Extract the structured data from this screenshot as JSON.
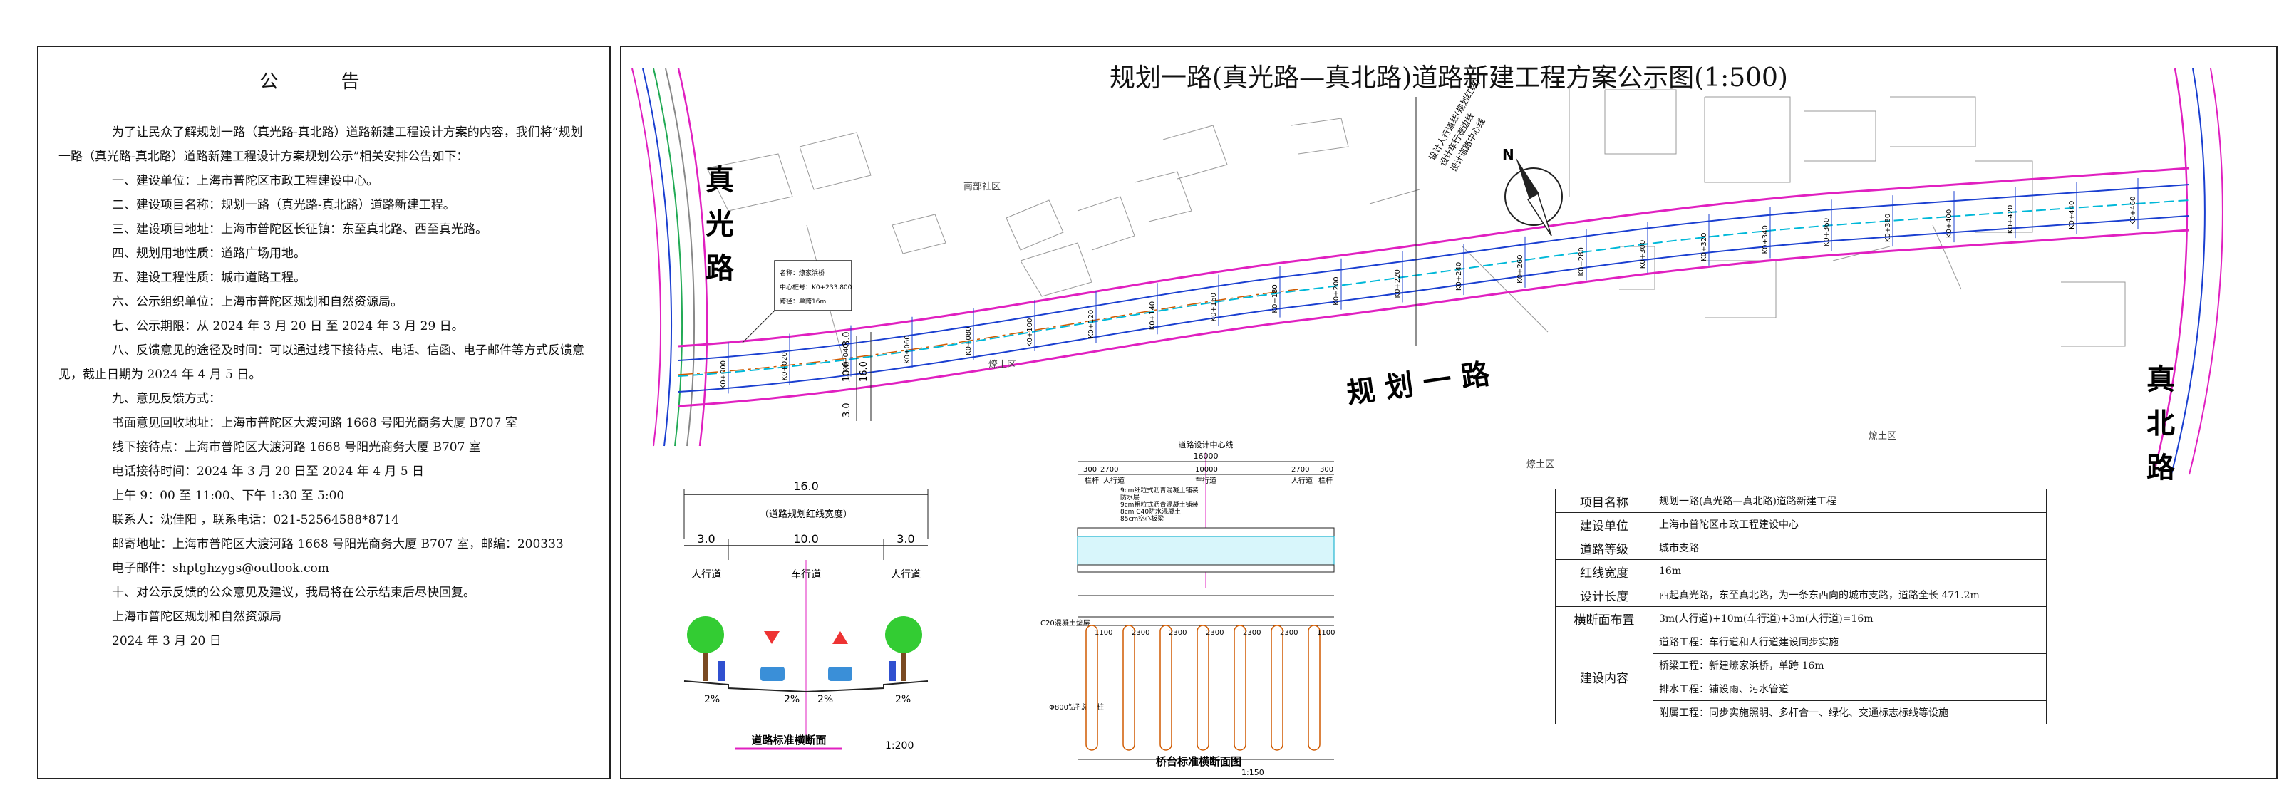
{
  "notice": {
    "title": "公 告",
    "intro": "为了让民众了解规划一路（真光路-真北路）道路新建工程设计方案的内容，我们将“规划一路（真光路-真北路）道路新建工程设计方案规划公示”相关安排公告如下：",
    "items": [
      "一、建设单位：上海市普陀区市政工程建设中心。",
      "二、建设项目名称：规划一路（真光路-真北路）道路新建工程。",
      "三、建设项目地址：上海市普陀区长征镇：东至真北路、西至真光路。",
      "四、规划用地性质：道路广场用地。",
      "五、建设工程性质：城市道路工程。",
      "六、公示组织单位：上海市普陀区规划和自然资源局。",
      "七、公示期限：从 2024 年 3 月 20 日 至 2024 年 3 月 29 日。",
      "八、反馈意见的途径及时间：可以通过线下接待点、电话、信函、电子邮件等方式反馈意见，截止日期为 2024 年 4 月 5 日。",
      "九、意见反馈方式："
    ],
    "feedback": [
      "书面意见回收地址：上海市普陀区大渡河路 1668 号阳光商务大厦 B707 室",
      "线下接待点：上海市普陀区大渡河路 1668 号阳光商务大厦 B707 室",
      "电话接待时间：2024 年 3 月 20 日至 2024 年 4 月 5 日",
      "上午 9：00 至 11:00、下午 1:30 至 5:00",
      "联系人：沈佳阳 ，联系电话：021-52564588*8714",
      "邮寄地址：上海市普陀区大渡河路 1668 号阳光商务大厦 B707 室，邮编：200333",
      "电子邮件：shptghzygs@outlook.com"
    ],
    "closing": "十、对公示反馈的公众意见及建议，我局将在公示结束后尽快回复。",
    "signature": "上海市普陀区规划和自然资源局",
    "date": "2024 年 3 月 20 日"
  },
  "drawing": {
    "title": "规划一路(真光路—真北路)道路新建工程方案公示图(1:500)",
    "road_name": "规 划 一 路",
    "west_road": "真光路",
    "east_road": "真北路",
    "north_label": "N",
    "district_labels": [
      "南部社区",
      "燎土区",
      "燎土区",
      "燎土区"
    ],
    "legend_lines": [
      "设计人行道线(规划红线)",
      "设计车行道边线",
      "设计道路中心线"
    ],
    "bridge_callout": [
      "名称：燎家浜桥",
      "中心桩号：K0+233.800",
      "跨径：单跨16m"
    ],
    "stations": [
      "K0+000",
      "K0+020",
      "K0+040",
      "K0+060",
      "K0+080",
      "K0+100",
      "K0+120",
      "K0+140",
      "K0+160",
      "K0+180",
      "K0+200",
      "K0+220",
      "K0+240",
      "K0+260",
      "K0+280",
      "K0+300",
      "K0+320",
      "K0+340",
      "K0+360",
      "K0+380",
      "K0+400",
      "K0+420",
      "K0+440",
      "K0+460"
    ],
    "width_marks": [
      "3.0",
      "10.0",
      "3.0",
      "16.0"
    ]
  },
  "section": {
    "total_width": "16.0",
    "caption": "（道路规划红线宽度）",
    "sidewalk_width": "3.0",
    "carriageway_width": "10.0",
    "sidewalk_label": "人行道",
    "carriageway_label": "车行道",
    "slope": "2%",
    "title": "道路标准横断面",
    "scale": "1:200"
  },
  "bridge": {
    "centerline_label": "道路设计中心线",
    "top_dims": [
      "16000",
      "300",
      "2700",
      "10000",
      "2700",
      "300"
    ],
    "labels": [
      "栏杆",
      "人行道",
      "车行道",
      "人行道",
      "栏杆"
    ],
    "layers": [
      "9cm细粒式沥青混凝土铺装",
      "防水层",
      "9cm粗粒式沥青混凝土铺装",
      "8cm C40防水混凝土",
      "85cm空心板梁"
    ],
    "cap_label": "C20混凝土垫层",
    "pile_label": "Φ800钻孔灌注桩",
    "pile_dims": [
      "1100",
      "2300",
      "2300",
      "2300",
      "2300",
      "2300",
      "1100"
    ],
    "title": "桥台标准横断面图",
    "scale": "1:150"
  },
  "info_table": [
    {
      "key": "项目名称",
      "value": "规划一路(真光路—真北路)道路新建工程"
    },
    {
      "key": "建设单位",
      "value": "上海市普陀区市政工程建设中心"
    },
    {
      "key": "道路等级",
      "value": "城市支路"
    },
    {
      "key": "红线宽度",
      "value": "16m"
    },
    {
      "key": "设计长度",
      "value": "西起真光路，东至真北路，为一条东西向的城市支路，道路全长 471.2m"
    },
    {
      "key": "横断面布置",
      "value": "3m(人行道)+10m(车行道)+3m(人行道)=16m"
    }
  ],
  "construction": {
    "key": "建设内容",
    "items": [
      "道路工程：车行道和人行道建设同步实施",
      "桥梁工程：新建燎家浜桥，单跨 16m",
      "排水工程：铺设雨、污水管道",
      "附属工程：同步实施照明、多杆合一、绿化、交通标志标线等设施"
    ]
  },
  "colors": {
    "red_line": "#e020c0",
    "carriageway": "#1a3fd0",
    "centerline": "#d05a00",
    "existing": "#888888"
  }
}
